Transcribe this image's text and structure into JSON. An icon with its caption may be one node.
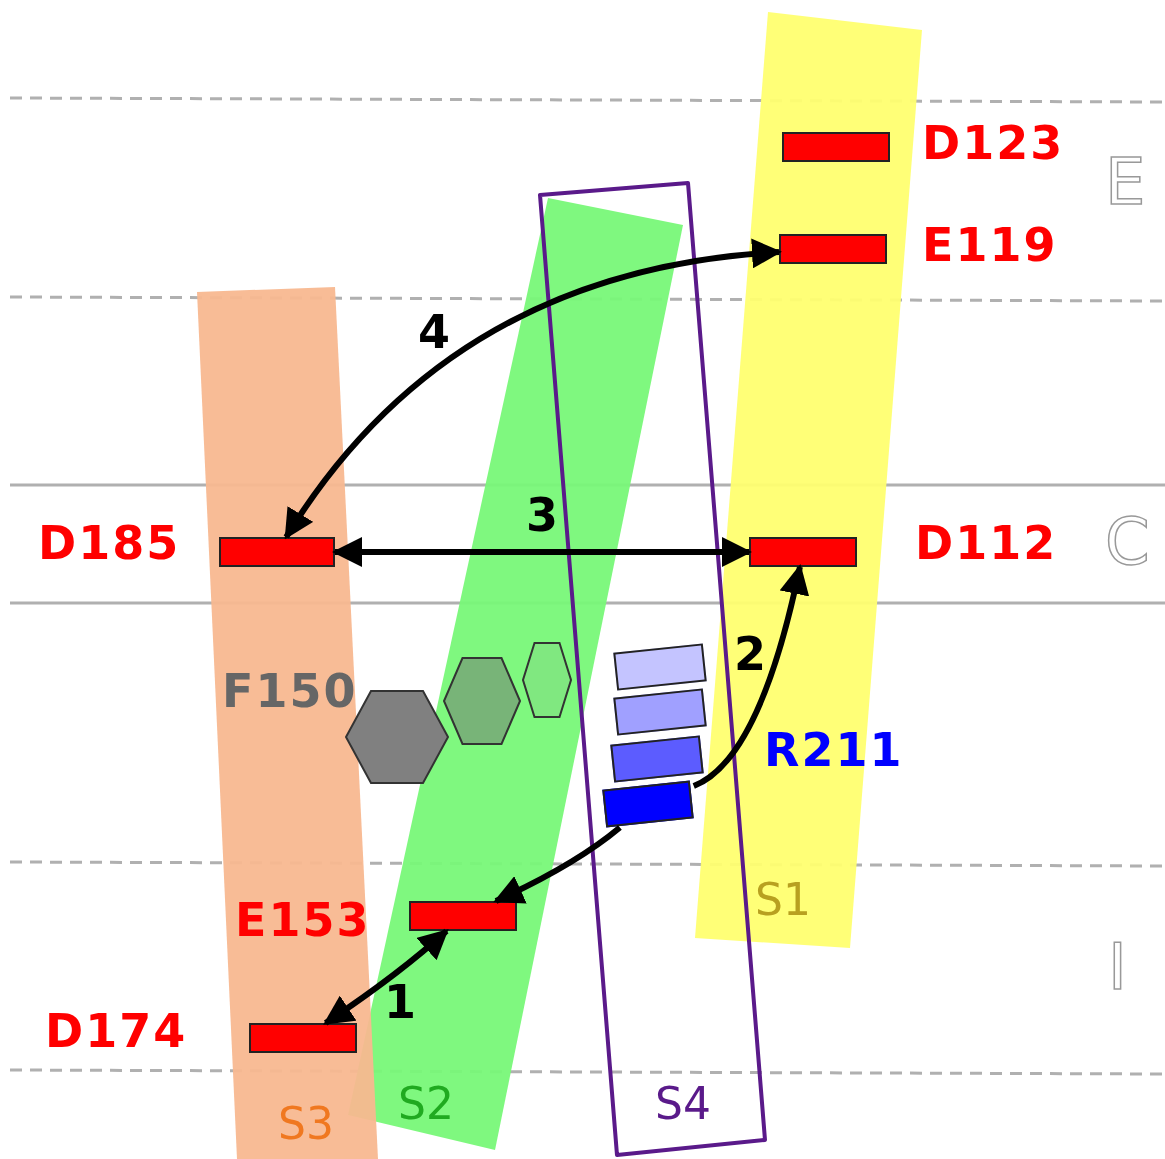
{
  "diagram": {
    "nodes": [
      {
        "text": [
          "S1"
        ]
      },
      {
        "text": [
          "S2"
        ]
      },
      {
        "text": [
          "S3"
        ]
      },
      {
        "text": [
          "S4"
        ]
      },
      {
        "text": [],
        "shape": "box",
        "beside": [
          "D123"
        ],
        "in": 0
      },
      {
        "text": [],
        "shape": "box",
        "beside": [
          "E119"
        ],
        "in": 0
      },
      {
        "text": [],
        "shape": "box",
        "beside": [
          "D112"
        ],
        "in": 0
      },
      {
        "text": [],
        "shape": "box",
        "beside": [
          "D185"
        ],
        "in": 2
      },
      {
        "text": [],
        "shape": "box",
        "beside": [
          "E153"
        ],
        "in": 1
      },
      {
        "text": [],
        "shape": "box",
        "beside": [
          "D174"
        ],
        "in": 2
      },
      {
        "text": [],
        "shape": "hexagon",
        "beside": [
          "F150"
        ]
      },
      {
        "text": [],
        "shape": "hexagon",
        "in": 1
      },
      {
        "text": [],
        "shape": "hexagon",
        "in": 1
      },
      {
        "text": [],
        "shape": "box",
        "in": 3
      },
      {
        "text": [],
        "shape": "box",
        "in": 3
      },
      {
        "text": [],
        "shape": "box",
        "in": 3
      },
      {
        "text": [],
        "shape": "box",
        "beside": [
          "R211"
        ],
        "in": 3
      }
    ],
    "edges": [
      {
        "from": 9,
        "to": 8,
        "arrow": "both",
        "label": "1"
      },
      {
        "from": 16,
        "to": 6,
        "arrow": "to",
        "label": "2"
      },
      {
        "from": 16,
        "to": 8,
        "arrow": "to"
      },
      {
        "from": 7,
        "to": 6,
        "arrow": "both",
        "label": "3"
      },
      {
        "from": 5,
        "to": 7,
        "arrow": "both",
        "label": "4"
      }
    ],
    "labels": [
      "E",
      "C",
      "I"
    ]
  }
}
